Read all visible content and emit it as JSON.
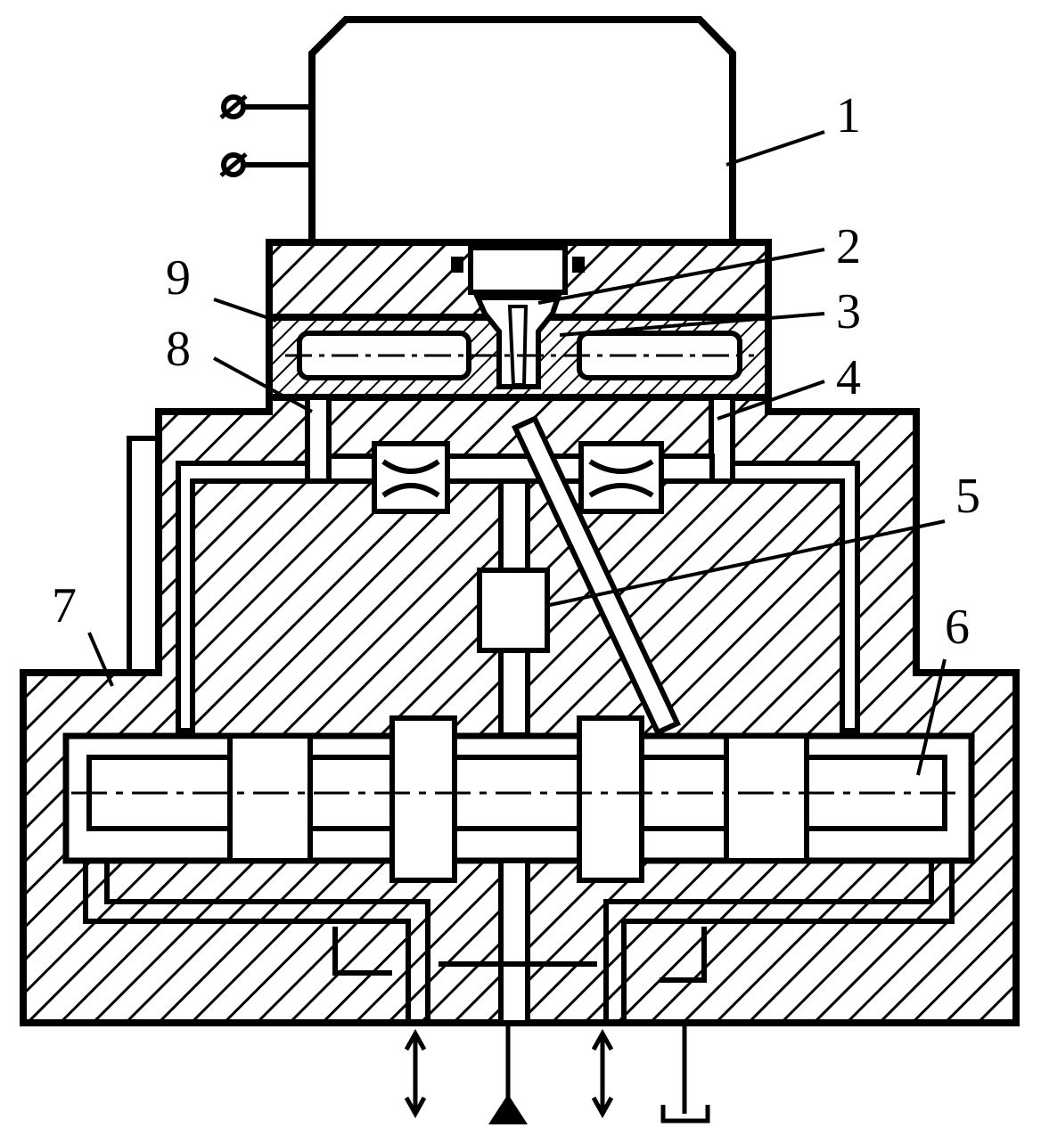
{
  "diagram": {
    "labels": [
      "1",
      "2",
      "3",
      "4",
      "5",
      "6",
      "7",
      "8",
      "9"
    ]
  },
  "colors": {
    "ink": "#000000",
    "paper": "#ffffff"
  }
}
